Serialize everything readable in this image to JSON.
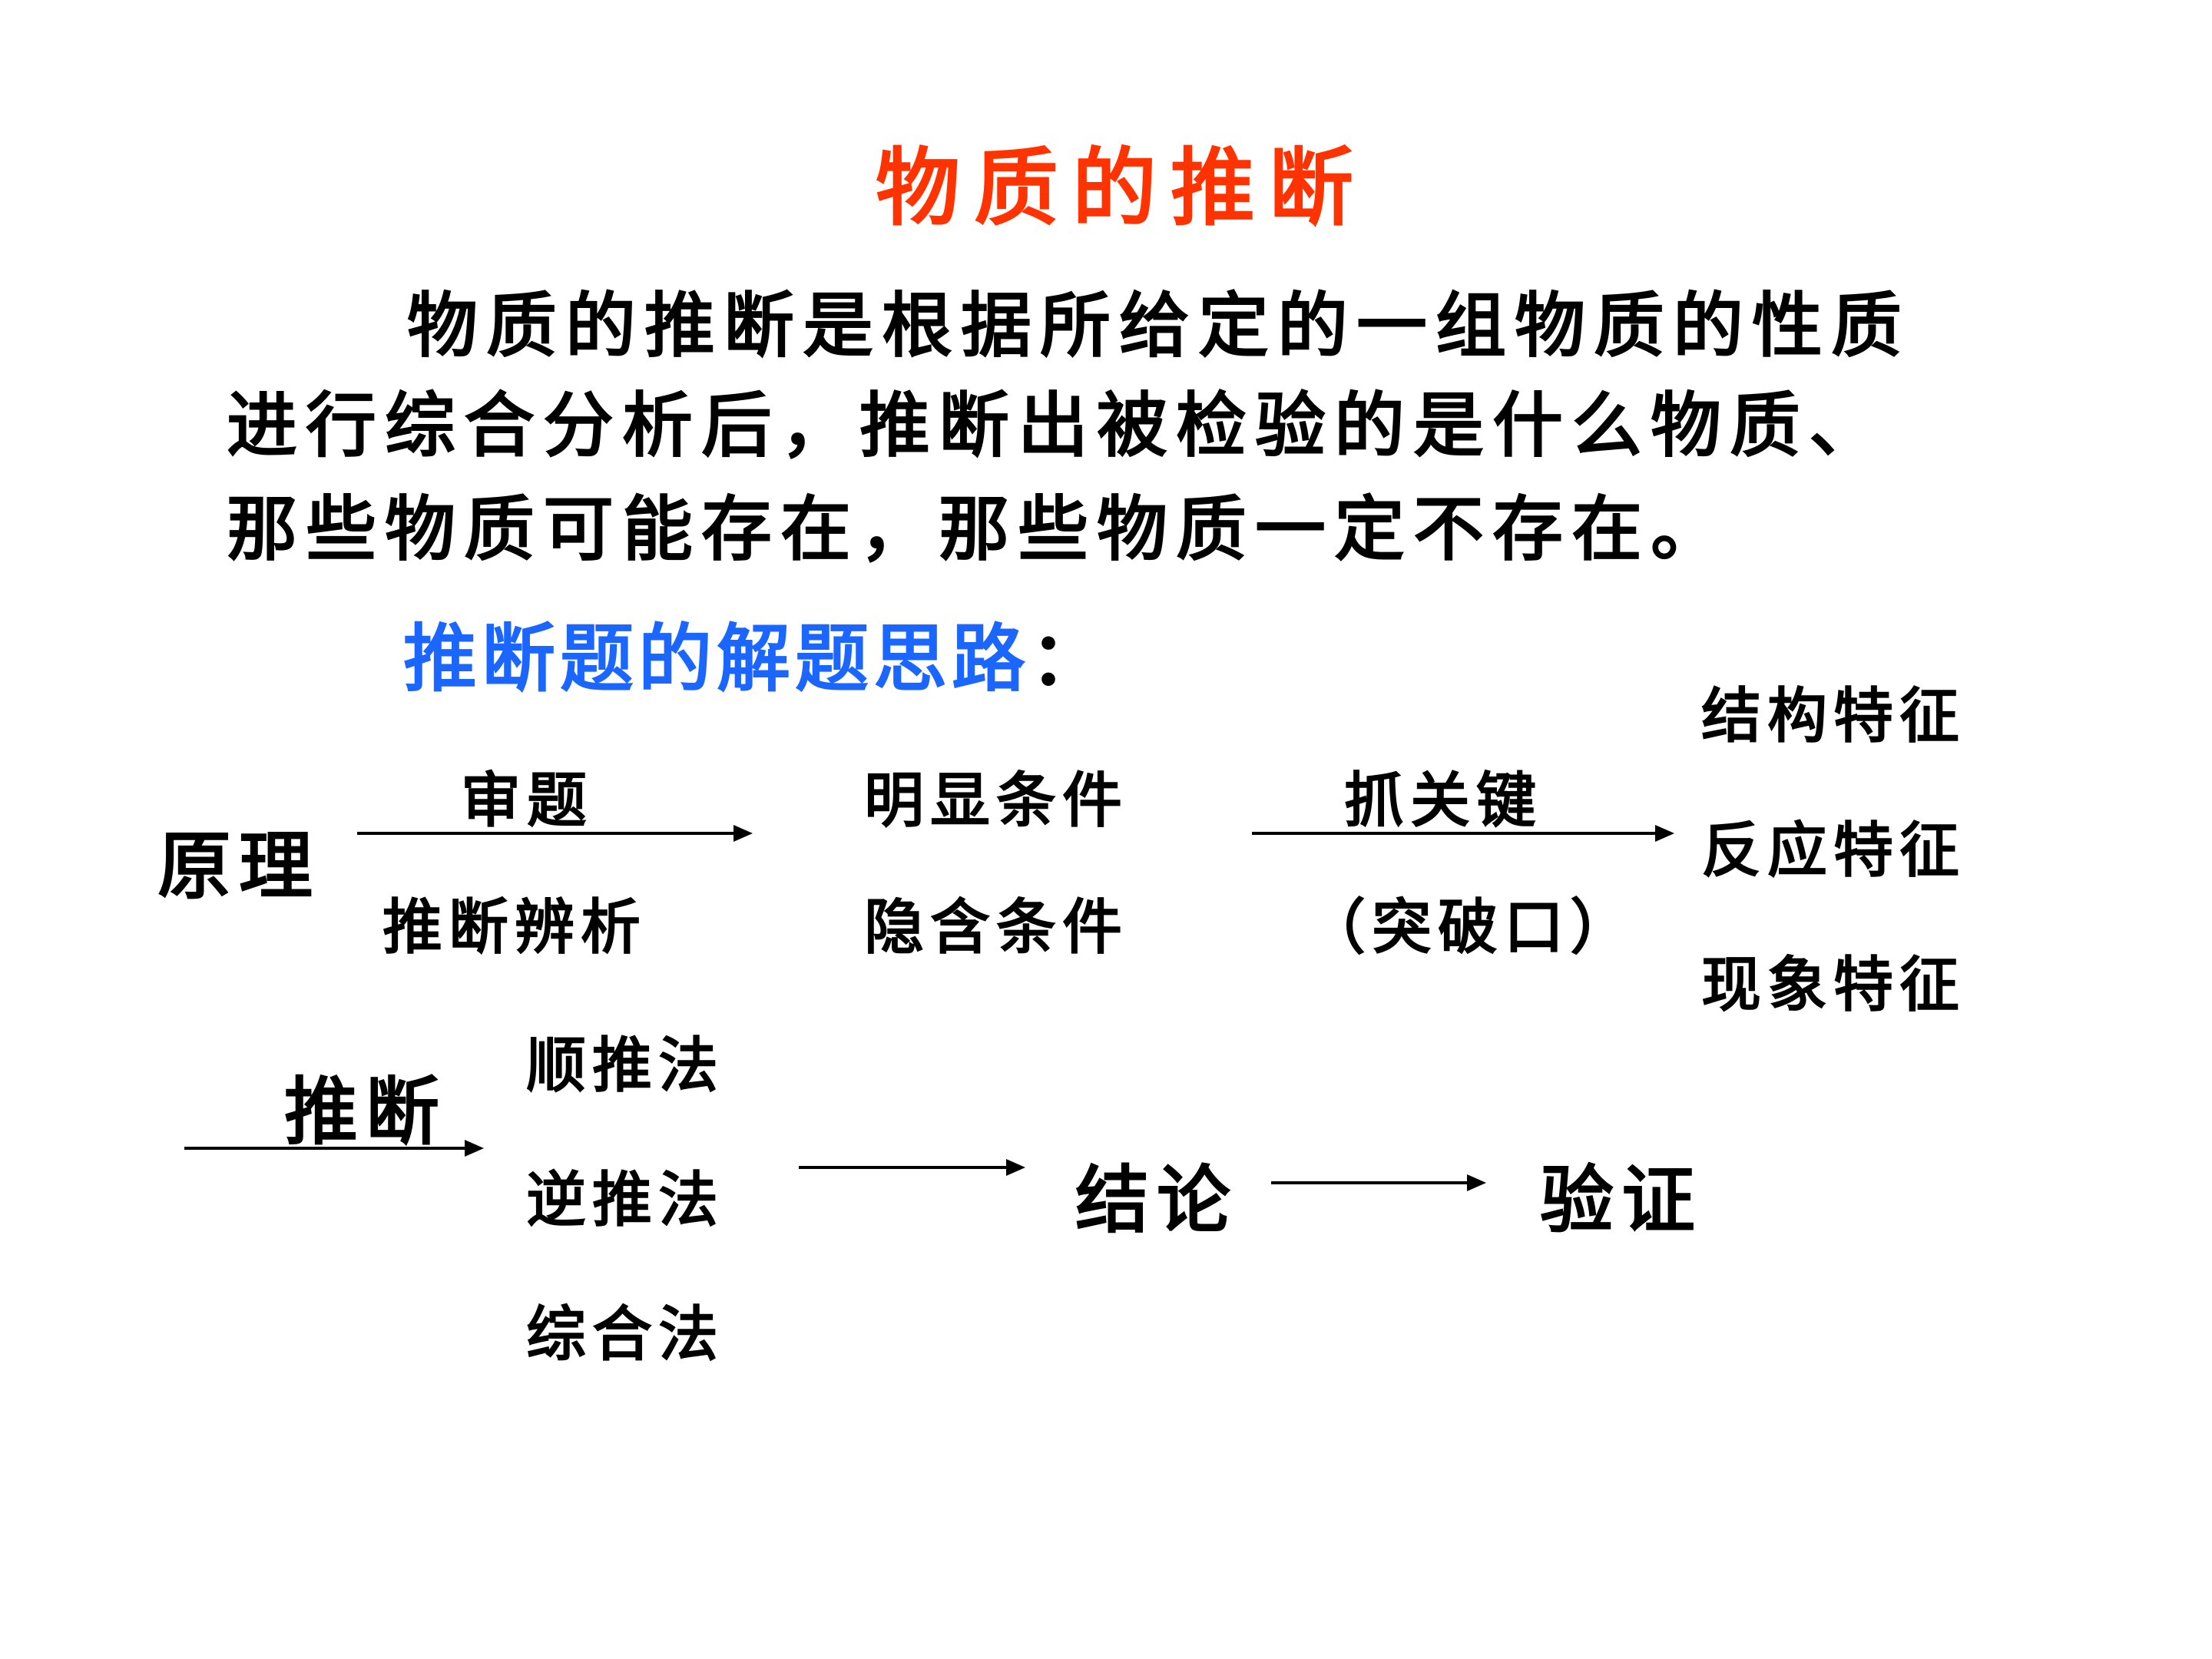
{
  "title": "物质的推断",
  "paragraph": {
    "line1": "物质的推断是根据所给定的一组物质的性质",
    "line2": "进行综合分析后，推断出被检验的是什么物质、",
    "line3": "那些物质可能存在，那些物质一定不存在。"
  },
  "subheading": {
    "text": "推断题的解题思路",
    "colon": "："
  },
  "diagram": {
    "origin": "原理",
    "review": "审题",
    "reasoning": "推断辨析",
    "explicit": "明显条件",
    "implicit": "隐含条件",
    "key": "抓关键",
    "breakthrough": "（突破口）",
    "features": [
      "结构特征",
      "反应特征",
      "现象特征"
    ],
    "infer": "推断",
    "methods": [
      "顺推法",
      "逆推法",
      "综合法"
    ],
    "conclusion": "结论",
    "verify": "验证"
  },
  "colors": {
    "title": "#ff3300",
    "subheading": "#1a66ff",
    "text": "#000000"
  }
}
